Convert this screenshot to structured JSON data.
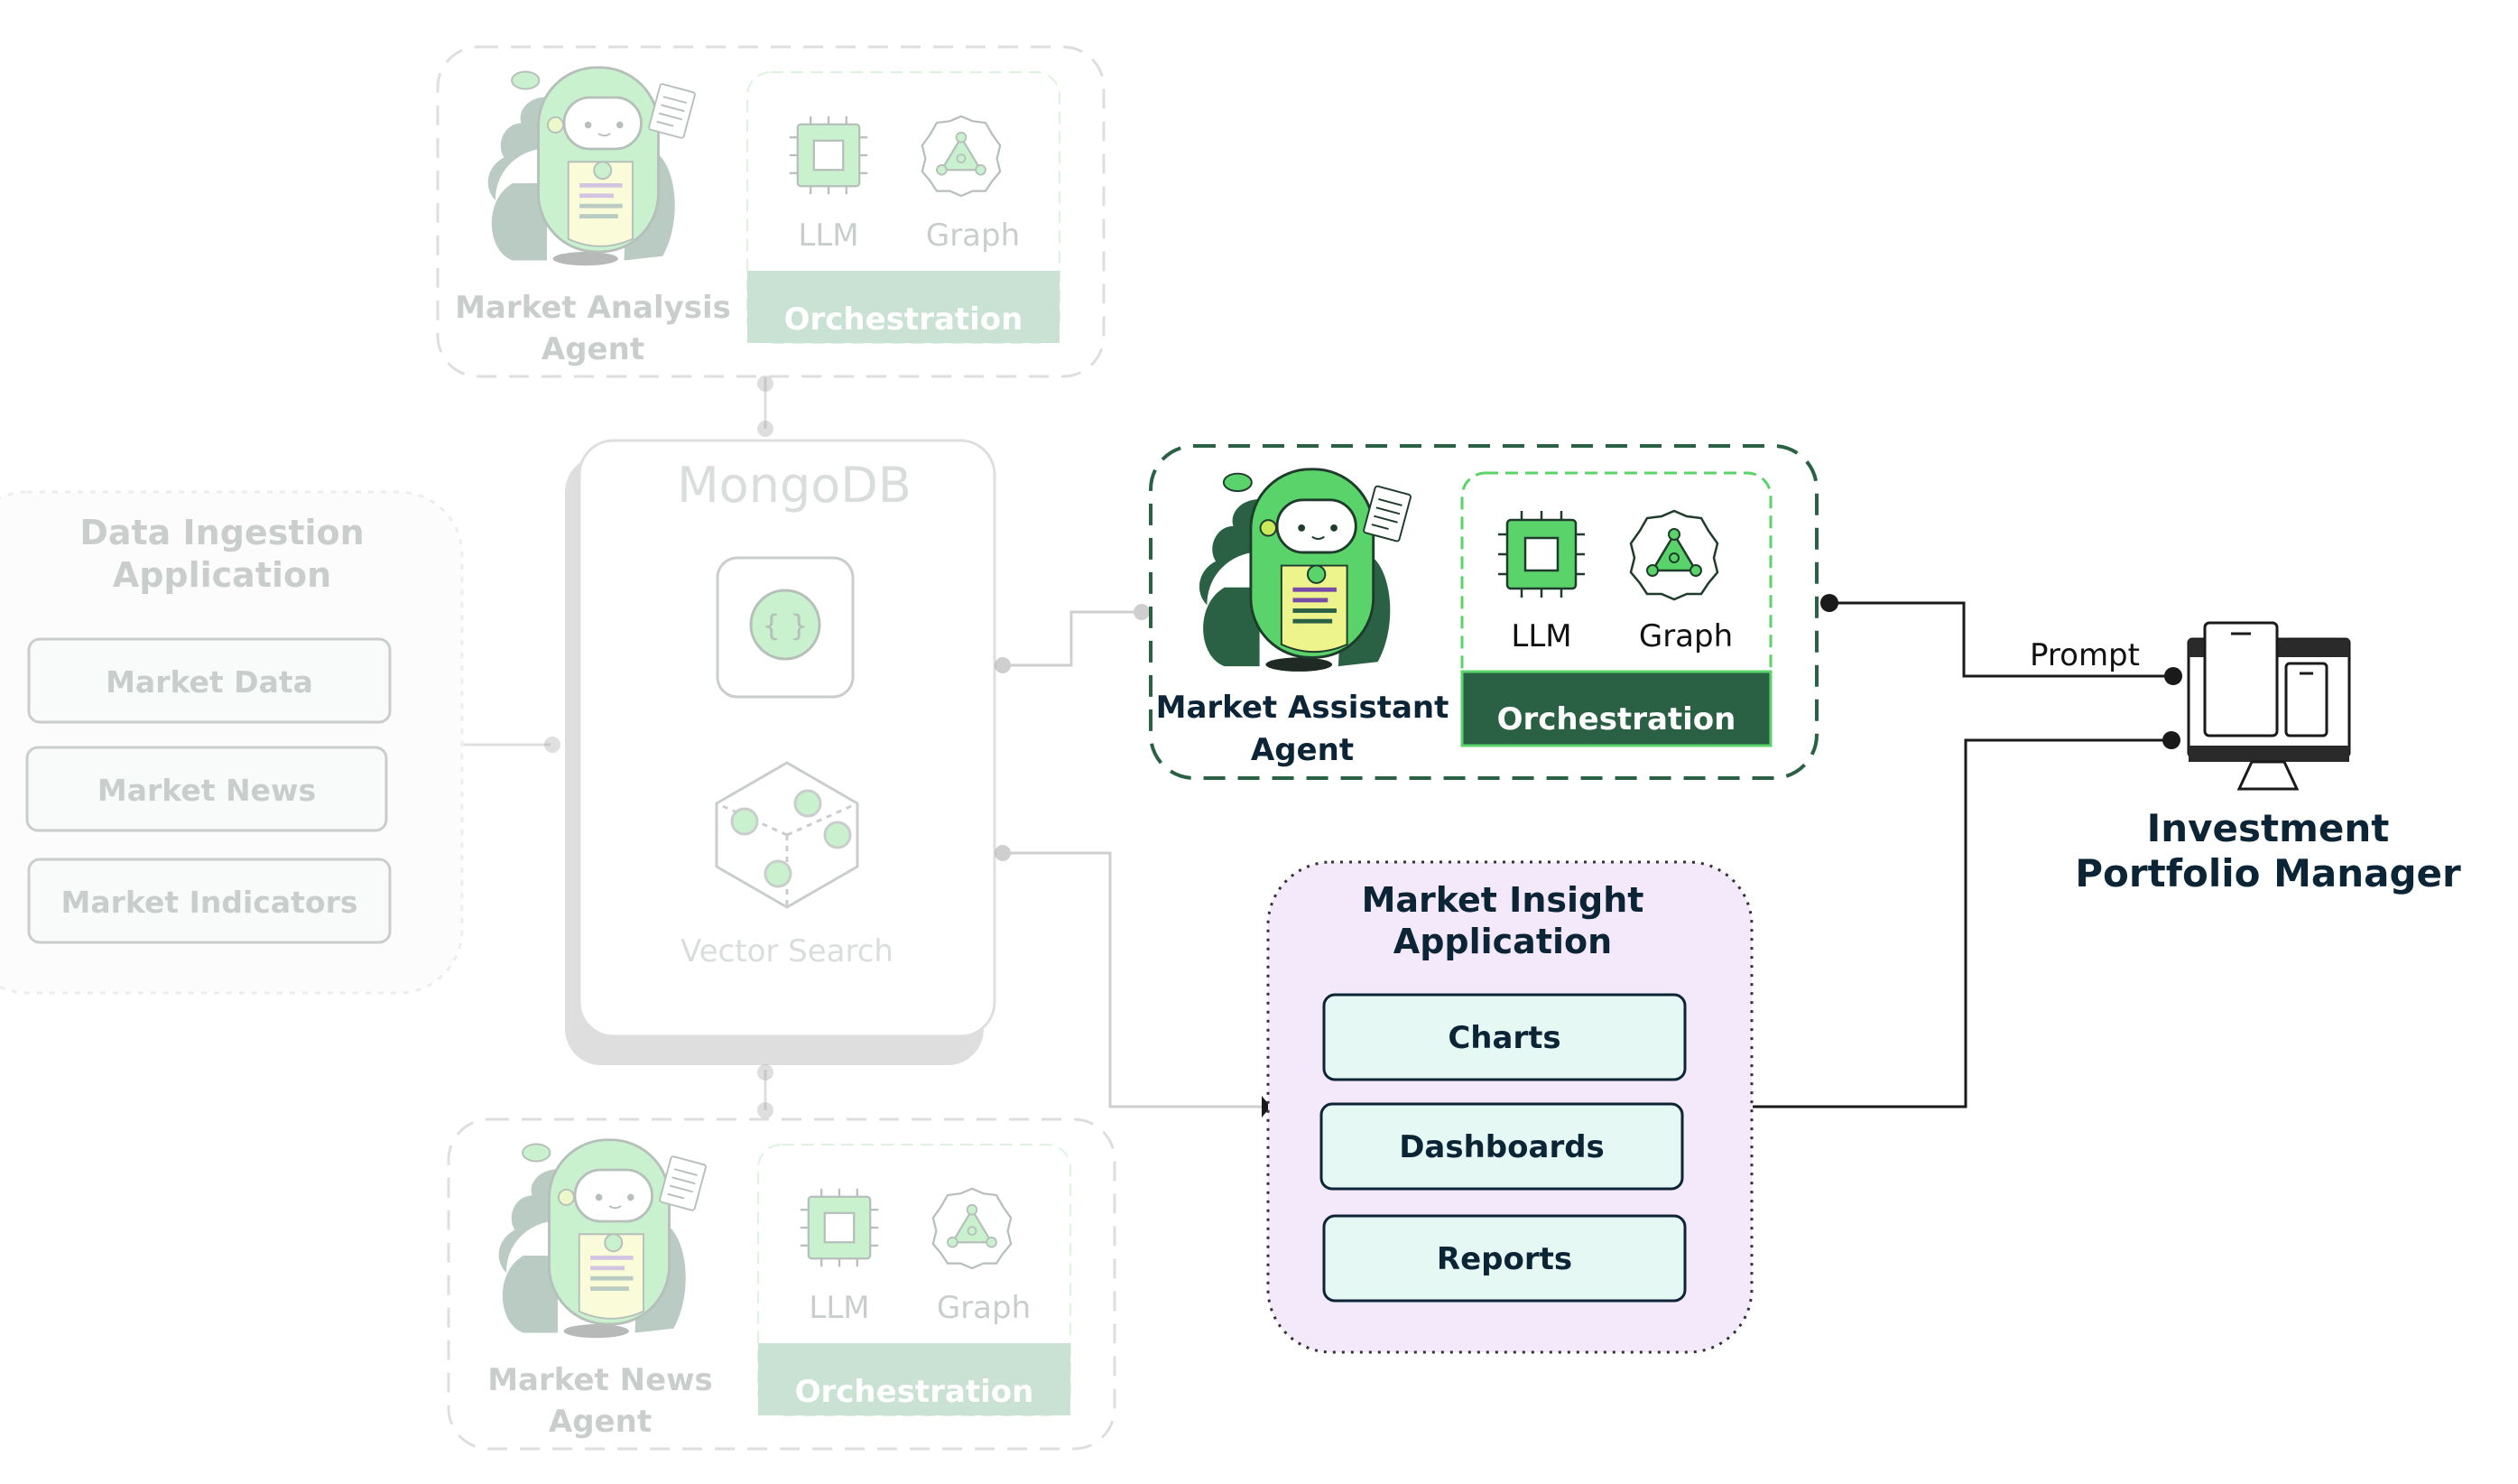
{
  "colors": {
    "dark_green": "#2a6145",
    "bright_green": "#5ad46a",
    "light_green": "#c8f0c4",
    "navy_text": "#0c2536",
    "insight_bg": "#f4e8fb",
    "button_bg": "#e6f8f3",
    "line": "#1a1a1a",
    "faded_line": "#c9c9c9"
  },
  "market_analysis_agent": {
    "name_line1": "Market Analysis",
    "name_line2": "Agent",
    "llm": "LLM",
    "graph": "Graph",
    "orchestration": "Orchestration"
  },
  "mongodb": {
    "title": "MongoDB",
    "vector_search": "Vector Search",
    "json_symbol": "{ }"
  },
  "data_ingestion": {
    "title_line1": "Data Ingestion",
    "title_line2": "Application",
    "items": [
      "Market Data",
      "Market News",
      "Market Indicators"
    ]
  },
  "market_assistant_agent": {
    "name_line1": "Market Assistant",
    "name_line2": "Agent",
    "llm": "LLM",
    "graph": "Graph",
    "orchestration": "Orchestration"
  },
  "market_insight": {
    "title_line1": "Market Insight",
    "title_line2": "Application",
    "buttons": [
      "Charts",
      "Dashboards",
      "Reports"
    ]
  },
  "market_news_agent": {
    "name_line1": "Market News",
    "name_line2": "Agent",
    "llm": "LLM",
    "graph": "Graph",
    "orchestration": "Orchestration"
  },
  "portfolio_manager": {
    "line1": "Investment",
    "line2": "Portfolio Manager"
  },
  "prompt_label": "Prompt",
  "icons": [
    "robot-agent-icon",
    "chip-icon",
    "graph-network-icon",
    "json-document-icon",
    "vector-cube-icon",
    "desktop-devices-icon"
  ]
}
